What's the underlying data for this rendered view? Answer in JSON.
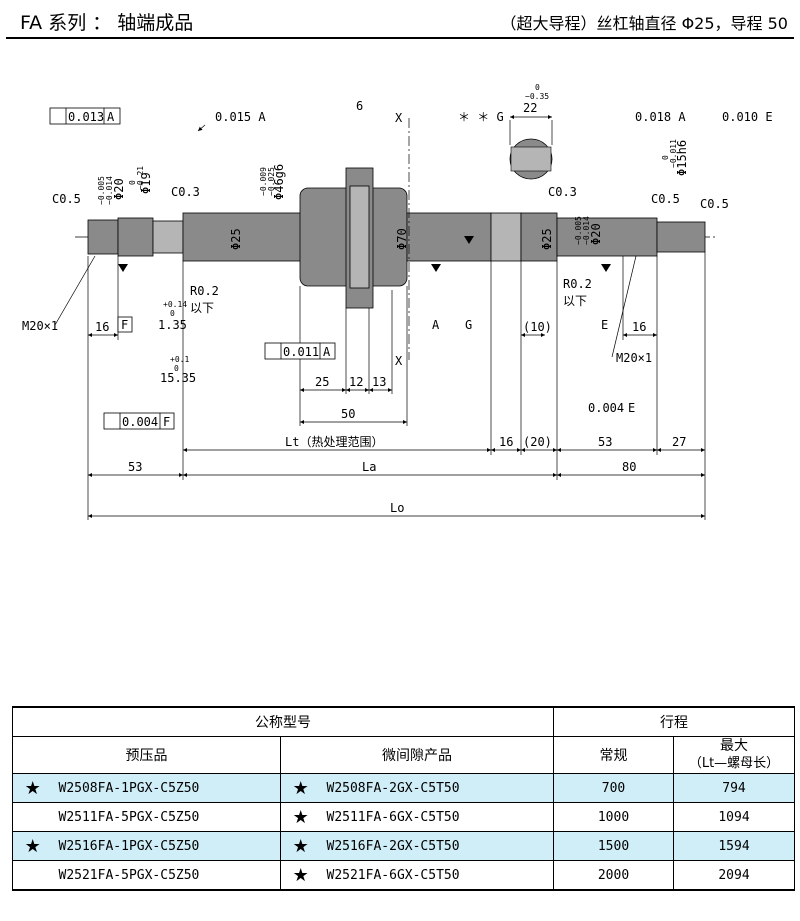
{
  "header": {
    "title": "FA 系列 ： 轴端成品",
    "subtitle": "（超大导程）丝杠轴直径 Φ25，导程 50"
  },
  "drawing": {
    "flatness_box_left": "0.013",
    "flatness_box_left_ref": "A",
    "runout_1": "0.015  A",
    "runout_2": "0.018  A",
    "runout_3": "0.010  E",
    "section_mark": "X",
    "star_g": "＊ ＊ G",
    "width_22": "22",
    "tol_22": "0",
    "tol_22b": "−0.35",
    "nut_width": "6",
    "c05_left": "C0.5",
    "c03_left": "C0.3",
    "c03_right": "C0.3",
    "c05_right_a": "C0.5",
    "c05_right_b": "C0.5",
    "d20_left": "Φ20",
    "d20_left_tol_a": "−0.005",
    "d20_left_tol_b": "−0.014",
    "d19": "Φ19",
    "d19_tol_a": "0",
    "d19_tol_b": "−0.21",
    "d46": "Φ46g6",
    "d46_tol_a": "−0.009",
    "d46_tol_b": "−0.025",
    "d25_a": "Φ25",
    "d70": "Φ70",
    "d25_b": "Φ25",
    "d20_right": "Φ20",
    "d20_right_tol_a": "−0.005",
    "d20_right_tol_b": "−0.014",
    "d15": "Φ15h6",
    "d15_tol_a": "0",
    "d15_tol_b": "−0.011",
    "r02_left": "R0.2",
    "below_left": "以下",
    "r02_right": "R0.2",
    "below_right": "以下",
    "m20_left": "M20×1",
    "m20_right": "M20×1",
    "len16_left": "16",
    "box_f": "F",
    "len135": "1.35",
    "len135_tol_a": "+0.14",
    "len135_tol_b": "0",
    "len1535": "15.35",
    "len1535_tol_a": "+0.1",
    "len1535_tol_b": "0",
    "perp_box": "0.011",
    "perp_box_ref": "A",
    "len25": "25",
    "len12": "12",
    "len13": "13",
    "len50": "50",
    "perp_box_f": "0.004",
    "perp_box_f_ref": "F",
    "lt_label": "Lt（热处理范围）",
    "len16_mid": "16",
    "len20": "(20)",
    "len53_right": "53",
    "len27": "27",
    "len53_left": "53",
    "la_label": "La",
    "len80": "80",
    "lo_label": "Lo",
    "label_a": "A",
    "label_g": "G",
    "len10": "(10)",
    "label_e": "E",
    "len16_right": "16",
    "perp_e": "0.004",
    "perp_e_ref": "E"
  },
  "table": {
    "header_model": "公称型号",
    "header_stroke": "行程",
    "header_preload": "预压品",
    "header_backlash": "微间隙产品",
    "header_normal": "常规",
    "header_max": "最大",
    "header_max_note": "（Lt—螺母长）",
    "rows": [
      {
        "star1": "★",
        "preload": "W2508FA-1PGX-C5Z50",
        "star2": "★",
        "backlash": "W2508FA-2GX-C5T50",
        "normal": "700",
        "max": "794"
      },
      {
        "star1": "",
        "preload": "W2511FA-5PGX-C5Z50",
        "star2": "★",
        "backlash": "W2511FA-6GX-C5T50",
        "normal": "1000",
        "max": "1094"
      },
      {
        "star1": "★",
        "preload": "W2516FA-1PGX-C5Z50",
        "star2": "★",
        "backlash": "W2516FA-2GX-C5T50",
        "normal": "1500",
        "max": "1594"
      },
      {
        "star1": "",
        "preload": "W2521FA-5PGX-C5Z50",
        "star2": "★",
        "backlash": "W2521FA-6GX-C5T50",
        "normal": "2000",
        "max": "2094"
      }
    ]
  },
  "colors": {
    "highlight_row": "#cfeef8",
    "part_fill": "#8a8a8a",
    "part_light": "#b5b5b5"
  }
}
